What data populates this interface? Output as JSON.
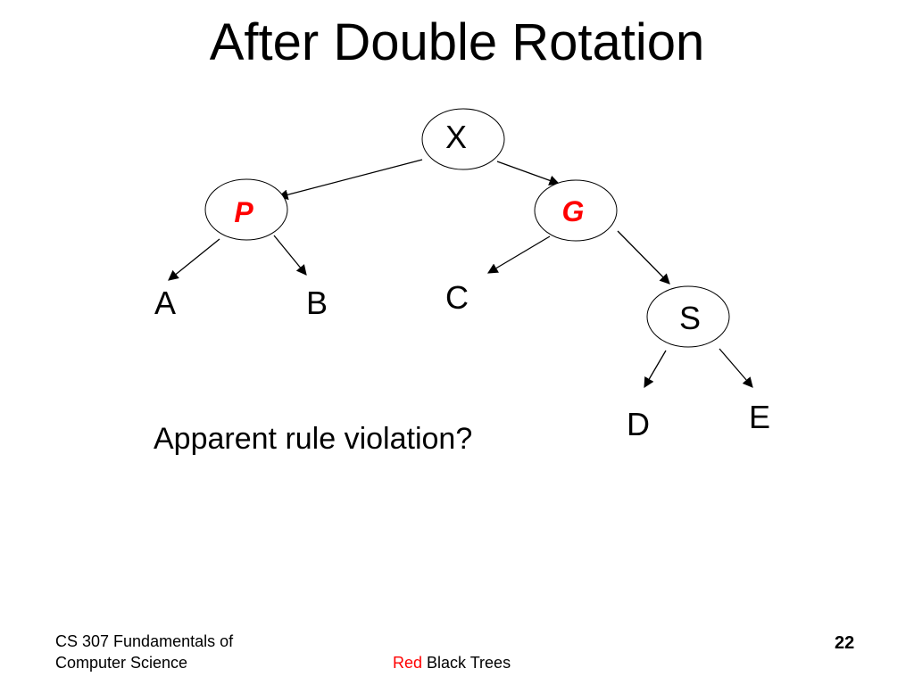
{
  "title": "After Double Rotation",
  "colors": {
    "red": "#ff0000",
    "black": "#000000",
    "background": "#ffffff"
  },
  "nodes": [
    {
      "id": "X",
      "label": "X",
      "shape": "circle",
      "color": "black"
    },
    {
      "id": "P",
      "label": "P",
      "shape": "circle",
      "color": "red"
    },
    {
      "id": "G",
      "label": "G",
      "shape": "circle",
      "color": "red"
    },
    {
      "id": "S",
      "label": "S",
      "shape": "circle",
      "color": "black"
    },
    {
      "id": "A",
      "label": "A",
      "shape": "text",
      "color": "black"
    },
    {
      "id": "B",
      "label": "B",
      "shape": "text",
      "color": "black"
    },
    {
      "id": "C",
      "label": "C",
      "shape": "text",
      "color": "black"
    },
    {
      "id": "D",
      "label": "D",
      "shape": "text",
      "color": "black"
    },
    {
      "id": "E",
      "label": "E",
      "shape": "text",
      "color": "black"
    }
  ],
  "edges": [
    {
      "from": "X",
      "to": "P"
    },
    {
      "from": "X",
      "to": "G"
    },
    {
      "from": "P",
      "to": "A"
    },
    {
      "from": "P",
      "to": "B"
    },
    {
      "from": "G",
      "to": "C"
    },
    {
      "from": "G",
      "to": "S"
    },
    {
      "from": "S",
      "to": "D"
    },
    {
      "from": "S",
      "to": "E"
    }
  ],
  "question": "Apparent rule violation?",
  "footer": {
    "course_line1": "CS 307 Fundamentals of",
    "course_line2": "Computer Science",
    "topic_red": "Red",
    "topic_rest": " Black Trees",
    "page_number": "22"
  }
}
